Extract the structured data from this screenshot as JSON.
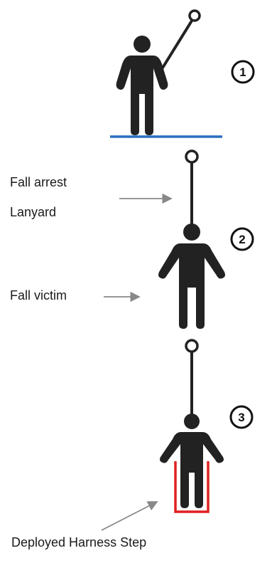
{
  "steps": [
    {
      "number": "1"
    },
    {
      "number": "2"
    },
    {
      "number": "3"
    }
  ],
  "labels": {
    "fall_arrest": "Fall arrest",
    "lanyard": "Lanyard",
    "fall_victim": "Fall victim",
    "deployed_harness_step": "Deployed Harness Step"
  },
  "colors": {
    "figure": "#222222",
    "ground": "#2a6fbf",
    "harness_step": "#e02020",
    "arrow": "#888888"
  },
  "icons": [
    "person-figure-icon",
    "anchor-ring-icon",
    "arrow-icon"
  ]
}
